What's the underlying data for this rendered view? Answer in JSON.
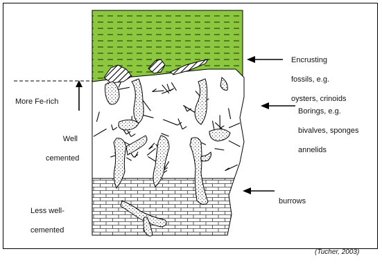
{
  "labels": {
    "encrusting": [
      "Encrusting",
      "fossils, e.g.",
      "oysters, crinoids"
    ],
    "fe_rich": "More Fe-rich",
    "well_cemented": [
      "Well",
      "cemented"
    ],
    "borings": [
      "Borings, e.g.",
      "bivalves, sponges",
      "annelids"
    ],
    "less_well_cemented": [
      "Less well-",
      "cemented"
    ],
    "burrows": "burrows",
    "citation": "(Tucher, 2003)"
  },
  "colors": {
    "overlying_bed": "#8dc63f",
    "dash_pattern": "#2f5f14",
    "outline": "#000000"
  },
  "icons": [
    "arrow-left-icon",
    "arrow-up-icon"
  ]
}
